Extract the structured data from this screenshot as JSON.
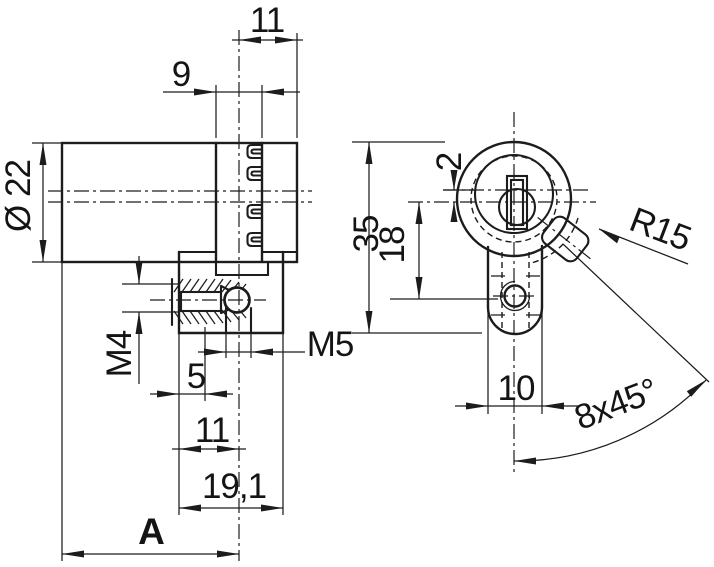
{
  "drawing": {
    "background": "#ffffff",
    "line_color": "#1c1c1c",
    "views": {
      "side_view": "cylinder-side-section",
      "front_view": "cylinder-front-face"
    },
    "dims": {
      "cam_width": "11",
      "rear_section": "9",
      "body_diameter": "Ø 22",
      "set_screw": "M4",
      "ball_thread": "M5",
      "screw_offset": "5",
      "block_to_center": "11",
      "block_width": "19,1",
      "overall_length": "A",
      "total_height": "35",
      "core_offset": "2",
      "hole_distance": "18",
      "cam_radius": "R15",
      "tab_width": "10",
      "positions_angle": "8x45°"
    }
  }
}
